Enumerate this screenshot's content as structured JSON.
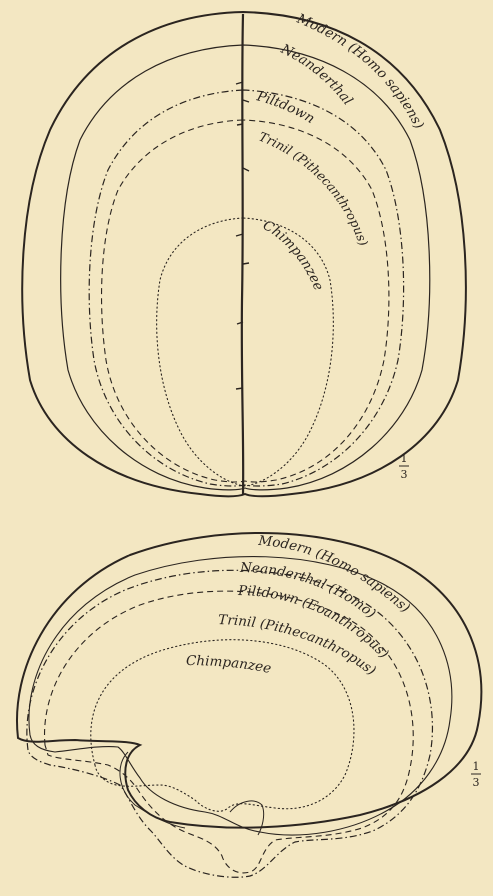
{
  "top_view": {
    "labels": {
      "modern": "Modern (Homo sapiens)",
      "neanderthal": "Neanderthal",
      "piltdown": "Piltdown",
      "trinil": "Trinil (Pithecanthropus)",
      "chimpanzee": "Chimpanzee"
    },
    "scale": {
      "numerator": "1",
      "denominator": "3"
    }
  },
  "side_view": {
    "labels": {
      "modern": "Modern (Homo sapiens)",
      "neanderthal": "Neanderthal (Homo)",
      "piltdown": "Piltdown (Eoanthropus)",
      "trinil": "Trinil (Pithecanthropus)",
      "chimpanzee": "Chimpanzee"
    },
    "scale": {
      "numerator": "1",
      "denominator": "3"
    }
  },
  "colors": {
    "ink": "#2b2520",
    "paper": "#f3e7c2"
  }
}
